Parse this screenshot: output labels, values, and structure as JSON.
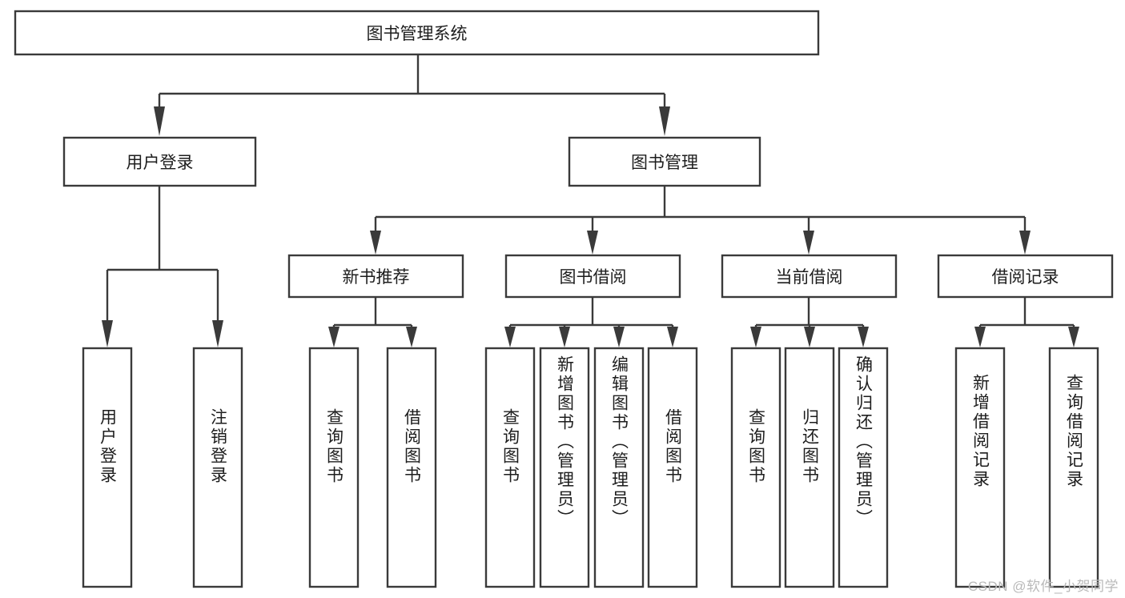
{
  "diagram": {
    "type": "hierarchy-tree",
    "root": {
      "label": "图书管理系统"
    },
    "level2": [
      {
        "label": "用户登录"
      },
      {
        "label": "图书管理"
      }
    ],
    "level3": [
      {
        "label": "新书推荐"
      },
      {
        "label": "图书借阅"
      },
      {
        "label": "当前借阅"
      },
      {
        "label": "借阅记录"
      }
    ],
    "leaves": {
      "user_login": [
        {
          "label": "用户登录"
        },
        {
          "label": "注销登录"
        }
      ],
      "new_book_recommend": [
        {
          "label": "查询图书"
        },
        {
          "label": "借阅图书"
        }
      ],
      "book_borrow": [
        {
          "label": "查询图书"
        },
        {
          "label": "新增图书（管理员）"
        },
        {
          "label": "编辑图书（管理员）"
        },
        {
          "label": "借阅图书"
        }
      ],
      "current_borrow": [
        {
          "label": "查询图书"
        },
        {
          "label": "归还图书"
        },
        {
          "label": "确认归还（管理员）"
        }
      ],
      "borrow_record": [
        {
          "label": "新增借阅记录"
        },
        {
          "label": "查询借阅记录"
        }
      ]
    }
  },
  "watermark": {
    "text": "CSDN @软件_小贺同学"
  },
  "colors": {
    "stroke": "#3a3a3a",
    "box_fill": "#ffffff",
    "text": "#1d1d1d",
    "watermark": "#b9b9b9",
    "background": "#ffffff"
  }
}
